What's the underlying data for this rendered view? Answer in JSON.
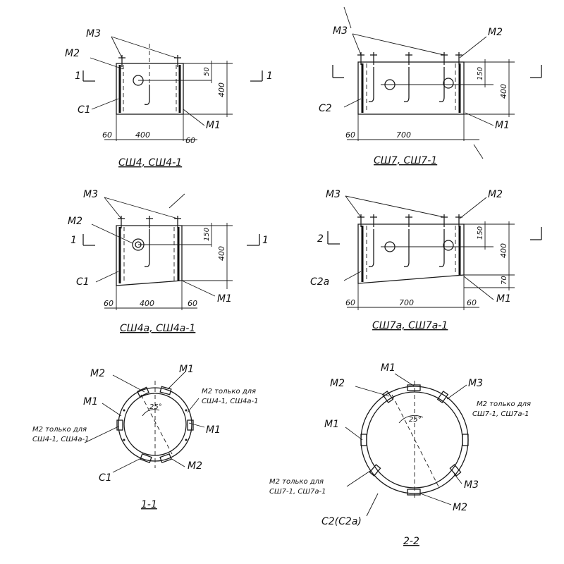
{
  "labels": {
    "m1": "M1",
    "m2": "M2",
    "m3": "M3",
    "c1": "C1",
    "c2": "C2",
    "c2a": "C2a",
    "c2_c2a": "C2(C2a)"
  },
  "captions": {
    "sh4": "СШ4, СШ4-1",
    "sh7": "СШ7, СШ7-1",
    "sh4a": "СШ4а, СШ4а-1",
    "sh7a": "СШ7а, СШ7а-1",
    "sec11": "1-1",
    "sec22": "2-2"
  },
  "section_marks": {
    "one": "1",
    "two": "2"
  },
  "dims": {
    "d60": "60",
    "d400": "400",
    "d700": "700",
    "d150": "150",
    "d70": "70",
    "d50": "50"
  },
  "angle": "25°",
  "notes": {
    "m2_only_4": "М2 только для СШ4-1, СШ4а-1",
    "m2_only_4_l1": "М2 только для",
    "m2_only_4_l2": "СШ4-1, СШ4а-1",
    "m2_only_7_l1": "М2 только для",
    "m2_only_7_l2": "СШ7-1, СШ7а-1"
  }
}
